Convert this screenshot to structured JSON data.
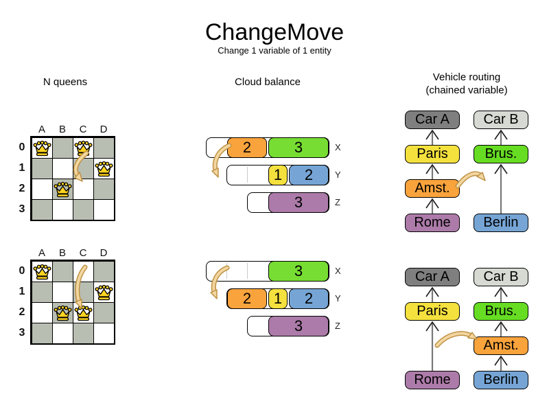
{
  "title": "ChangeMove",
  "subtitle": "Change 1 variable of 1 entity",
  "colors": {
    "orange": "#F9A33C",
    "green": "#77DD33",
    "vr_green": "#66DD22",
    "yellow": "#F5E13E",
    "blue": "#76A5D5",
    "purple": "#AC7BA9",
    "car_dark": "#7F7F7F",
    "car_light": "#D7DAD2",
    "board_gray": "#B9BEB3",
    "board_white": "#FFFFFF",
    "queen_gold": "#FFD421",
    "arrow_fill": "#F2D6A0",
    "arrow_stroke": "#BE9144",
    "link_line": "#787878",
    "link_head": "#1a1a1a"
  },
  "sections": {
    "nqueens": {
      "title": "N queens",
      "column_headers": [
        "A",
        "B",
        "C",
        "D"
      ],
      "row_headers": [
        "0",
        "1",
        "2",
        "3"
      ],
      "boards": [
        {
          "name": "before",
          "queens": [
            "A0",
            "C0",
            "D1",
            "B2"
          ]
        },
        {
          "name": "after",
          "queens": [
            "A0",
            "D1",
            "B2",
            "C2"
          ]
        }
      ],
      "move": {
        "queen_from": "C0",
        "queen_to": "C2"
      }
    },
    "cloud": {
      "title": "Cloud balance",
      "computer_labels": [
        "X",
        "Y",
        "Z"
      ],
      "states": [
        {
          "name": "before",
          "rows": [
            {
              "label": "X",
              "container_start": 0,
              "container_end": 6,
              "dividers": [],
              "blocks": [
                {
                  "value": "2",
                  "color": "orange",
                  "start": 1,
                  "span": 2
                },
                {
                  "value": "3",
                  "color": "green",
                  "start": 3,
                  "span": 3
                }
              ]
            },
            {
              "label": "Y",
              "container_start": 1,
              "container_end": 6,
              "dividers": [
                2
              ],
              "blocks": [
                {
                  "value": "1",
                  "color": "yellow",
                  "start": 3,
                  "span": 1
                },
                {
                  "value": "2",
                  "color": "blue",
                  "start": 4,
                  "span": 2
                }
              ]
            },
            {
              "label": "Z",
              "container_start": 2,
              "container_end": 6,
              "dividers": [],
              "blocks": [
                {
                  "value": "3",
                  "color": "purple",
                  "start": 3,
                  "span": 3
                }
              ]
            }
          ]
        },
        {
          "name": "after",
          "rows": [
            {
              "label": "X",
              "container_start": 0,
              "container_end": 6,
              "dividers": [
                1,
                2
              ],
              "blocks": [
                {
                  "value": "3",
                  "color": "green",
                  "start": 3,
                  "span": 3
                }
              ]
            },
            {
              "label": "Y",
              "container_start": 1,
              "container_end": 6,
              "dividers": [],
              "blocks": [
                {
                  "value": "2",
                  "color": "orange",
                  "start": 1,
                  "span": 2
                },
                {
                  "value": "1",
                  "color": "yellow",
                  "start": 3,
                  "span": 1
                },
                {
                  "value": "2",
                  "color": "blue",
                  "start": 4,
                  "span": 2
                }
              ]
            },
            {
              "label": "Z",
              "container_start": 2,
              "container_end": 6,
              "dividers": [],
              "blocks": [
                {
                  "value": "3",
                  "color": "purple",
                  "start": 3,
                  "span": 3
                }
              ]
            }
          ]
        }
      ],
      "move": {
        "process": "2",
        "from_computer": "X",
        "to_computer": "Y"
      }
    },
    "vehicle_routing": {
      "title": "Vehicle routing",
      "subtitle": "(chained variable)",
      "states": [
        {
          "name": "before",
          "nodes": [
            {
              "label": "Car A",
              "color": "car_dark",
              "col": 0,
              "row": 0
            },
            {
              "label": "Car B",
              "color": "car_light",
              "col": 1,
              "row": 0
            },
            {
              "label": "Paris",
              "color": "yellow",
              "col": 0,
              "row": 1
            },
            {
              "label": "Brus.",
              "color": "vr_green",
              "col": 1,
              "row": 1
            },
            {
              "label": "Amst.",
              "color": "orange",
              "col": 0,
              "row": 2
            },
            {
              "label": "Rome",
              "color": "purple",
              "col": 0,
              "row": 3
            },
            {
              "label": "Berlin",
              "color": "blue",
              "col": 1,
              "row": 3
            }
          ],
          "links": [
            [
              "Paris",
              "Car A"
            ],
            [
              "Amst.",
              "Paris"
            ],
            [
              "Rome",
              "Amst."
            ],
            [
              "Brus.",
              "Car B"
            ],
            [
              "Berlin",
              "Brus."
            ]
          ]
        },
        {
          "name": "after",
          "nodes": [
            {
              "label": "Car A",
              "color": "car_dark",
              "col": 0,
              "row": 0
            },
            {
              "label": "Car B",
              "color": "car_light",
              "col": 1,
              "row": 0
            },
            {
              "label": "Paris",
              "color": "yellow",
              "col": 0,
              "row": 1
            },
            {
              "label": "Brus.",
              "color": "vr_green",
              "col": 1,
              "row": 1
            },
            {
              "label": "Amst.",
              "color": "orange",
              "col": 1,
              "row": 2
            },
            {
              "label": "Rome",
              "color": "purple",
              "col": 0,
              "row": 3
            },
            {
              "label": "Berlin",
              "color": "blue",
              "col": 1,
              "row": 3
            }
          ],
          "links": [
            [
              "Paris",
              "Car A"
            ],
            [
              "Rome",
              "Paris"
            ],
            [
              "Brus.",
              "Car B"
            ],
            [
              "Amst.",
              "Brus."
            ],
            [
              "Berlin",
              "Amst."
            ]
          ]
        }
      ],
      "move": {
        "entity": "Amst.",
        "from_chain": "Car A",
        "to_chain": "Car B"
      }
    }
  }
}
